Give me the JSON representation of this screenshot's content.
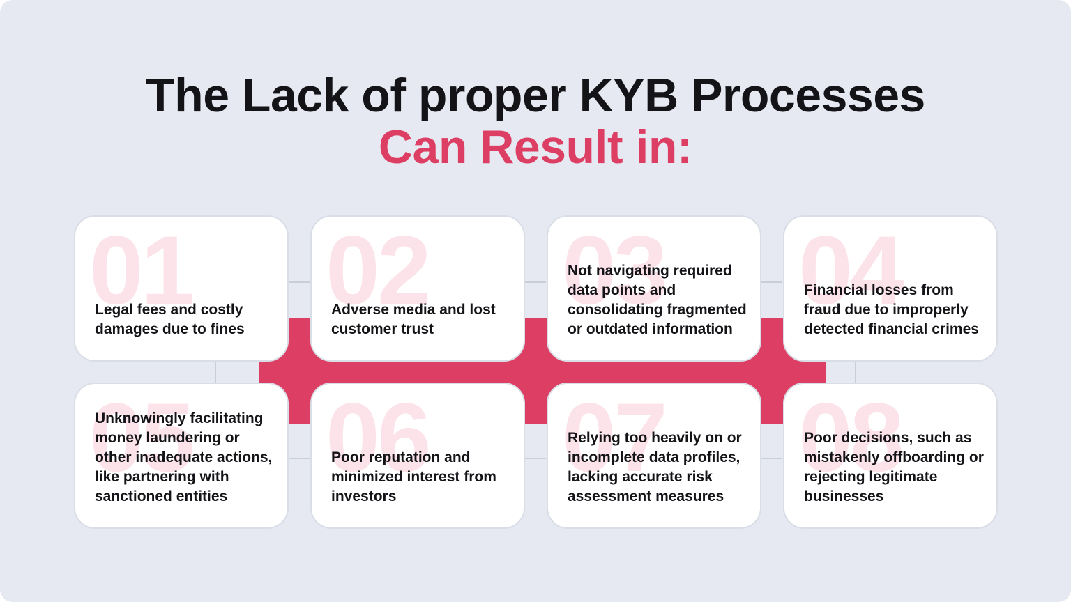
{
  "title": {
    "line1": "The Lack of proper KYB Processes",
    "line2": "Can Result in:"
  },
  "colors": {
    "background": "#e6e9f1",
    "accent": "#dd3e64",
    "number_tint": "#fbe3e9",
    "text": "#141418"
  },
  "cards": [
    {
      "number": "01",
      "text": "Legal fees and costly damages due to fines"
    },
    {
      "number": "02",
      "text": "Adverse media and lost customer trust"
    },
    {
      "number": "03",
      "text": "Not navigating required data points and consolidating fragmented or outdated information"
    },
    {
      "number": "04",
      "text": "Financial losses from fraud due to improperly detected financial crimes"
    },
    {
      "number": "05",
      "text": "Unknowingly facilitating money laundering or other inadequate actions, like partnering with sanctioned entities"
    },
    {
      "number": "06",
      "text": "Poor reputation and minimized interest from investors"
    },
    {
      "number": "07",
      "text": "Relying too heavily on or incomplete data profiles, lacking accurate risk assessment measures"
    },
    {
      "number": "08",
      "text": "Poor decisions, such as mistakenly offboarding or rejecting legitimate businesses"
    }
  ]
}
